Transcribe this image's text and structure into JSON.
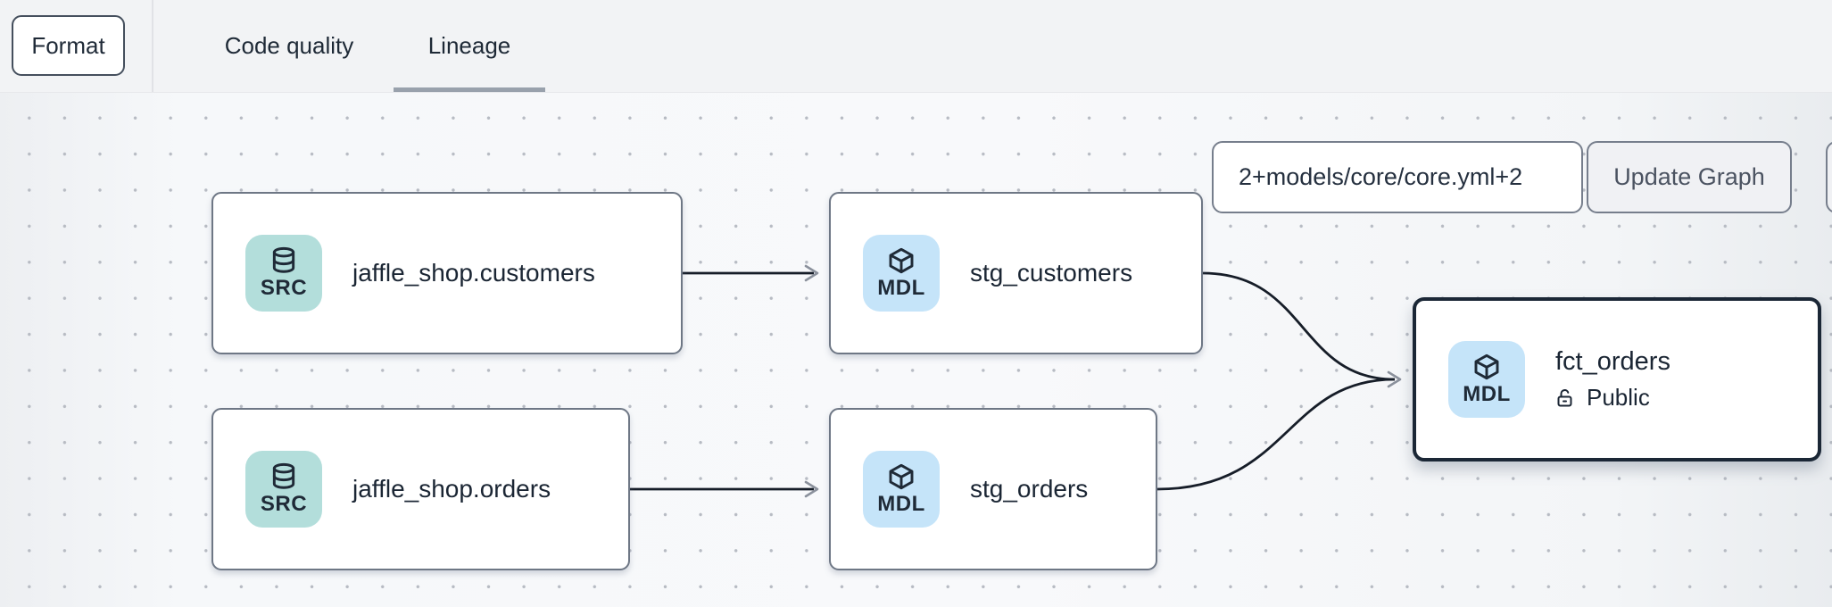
{
  "toolbar": {
    "format_label": "Format",
    "tabs": [
      {
        "label": "Code quality",
        "active": false
      },
      {
        "label": "Lineage",
        "active": true
      }
    ]
  },
  "lineage_controls": {
    "selector_value": "2+models/core/core.yml+2",
    "update_button_label": "Update Graph"
  },
  "graph": {
    "nodes": [
      {
        "label": "jaffle_shop.customers",
        "badge": "SRC",
        "type": "source",
        "icon": "database-icon",
        "selected": false
      },
      {
        "label": "stg_customers",
        "badge": "MDL",
        "type": "model",
        "icon": "cube-icon",
        "selected": false
      },
      {
        "label": "jaffle_shop.orders",
        "badge": "SRC",
        "type": "source",
        "icon": "database-icon",
        "selected": false
      },
      {
        "label": "stg_orders",
        "badge": "MDL",
        "type": "model",
        "icon": "cube-icon",
        "selected": false
      },
      {
        "label": "fct_orders",
        "badge": "MDL",
        "type": "model",
        "icon": "cube-icon",
        "access": "Public",
        "selected": true
      }
    ],
    "edges": [
      {
        "from": "jaffle_shop.customers",
        "to": "stg_customers"
      },
      {
        "from": "jaffle_shop.orders",
        "to": "stg_orders"
      },
      {
        "from": "stg_customers",
        "to": "fct_orders"
      },
      {
        "from": "stg_orders",
        "to": "fct_orders"
      }
    ]
  },
  "colors": {
    "source_badge": "#b3dedb",
    "model_badge": "#c5e4f9",
    "node_border": "#6e7785",
    "selected_border": "#1b2736",
    "edge": "#161d28",
    "tab_underline": "#99a1ac"
  }
}
